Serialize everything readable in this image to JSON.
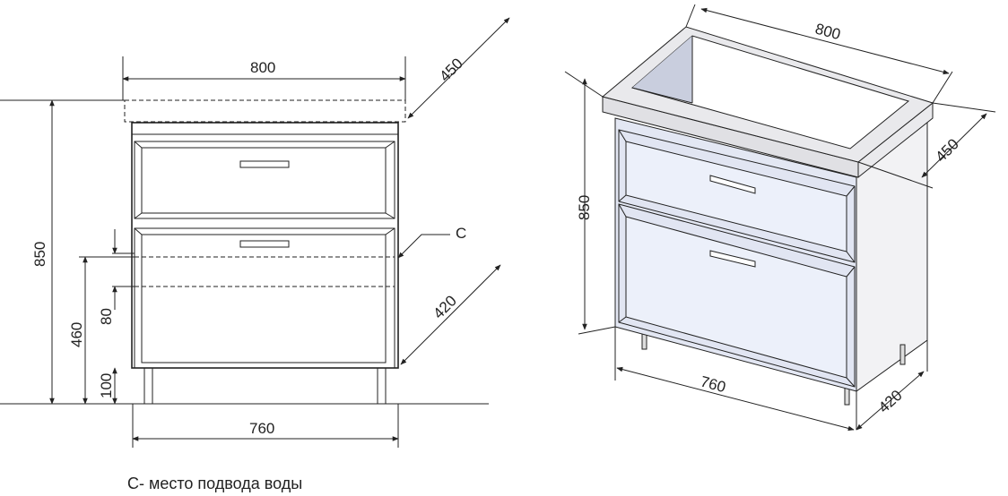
{
  "front_view": {
    "width_top": "800",
    "depth_top": "450",
    "height": "850",
    "pipe_marker": "C",
    "pipe_height": "460",
    "pipe_zone": "80",
    "leg_height": "100",
    "depth_body": "420",
    "width_bottom": "760"
  },
  "iso_view": {
    "width_top": "800",
    "depth_top": "450",
    "height": "850",
    "width_bottom": "760",
    "depth_bottom": "420"
  },
  "legend": {
    "caption": "С- место подвода воды"
  },
  "colors": {
    "line": "#222222",
    "face": "#e3e7f3",
    "side": "#f2f2f4",
    "top": "#e9e9ec"
  }
}
